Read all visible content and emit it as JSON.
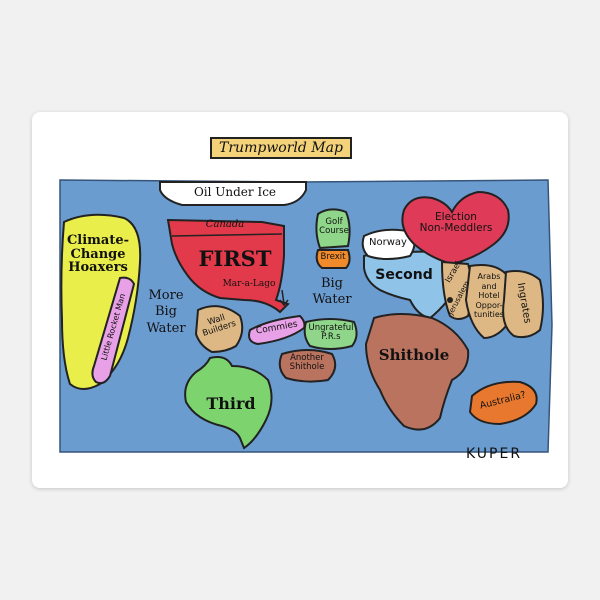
{
  "title": "Trumpworld Map",
  "signature": "KUPER",
  "colors": {
    "ocean": "#6b9cd0",
    "climate": "#e9ee4a",
    "first": "#e23a4a",
    "third": "#7dd46e",
    "shithole": "#b9735f",
    "election": "#df3b58",
    "second": "#8fc3e8",
    "arabs": "#ddb884",
    "australia": "#e8782e",
    "capsule": "#e8a0e6",
    "brexit": "#f08a2a",
    "golf": "#8fd68a"
  },
  "regions": {
    "oil_under_ice": "Oil Under Ice",
    "canada": "Canada",
    "first": "FIRST",
    "mar_a_lago": "Mar-a-Lago",
    "climate_hoaxers": "Climate-\nChange\nHoaxers",
    "little_rocket_man": "Little Rocket Man",
    "more_big_water": "More\nBig\nWater",
    "wall_builders": "Wall\nBuilders",
    "commies": "Commies",
    "third": "Third",
    "golf_course": "Golf\nCourse",
    "brexit": "Brexit",
    "big_water": "Big\nWater",
    "ungrateful_prs": "Ungrateful\nP.R.s",
    "another_shithole": "Another\nShithole",
    "norway": "Norway",
    "election_non_meddlers": "Election\nNon-Meddlers",
    "second": "Second",
    "israel": "Israel",
    "jerusalem": "Jerusalem",
    "arabs_hotel": "Arabs\nand\nHotel\nOppor-\ntunities",
    "ingrates": "Ingrates",
    "shithole": "Shithole",
    "australia": "Australia?"
  }
}
